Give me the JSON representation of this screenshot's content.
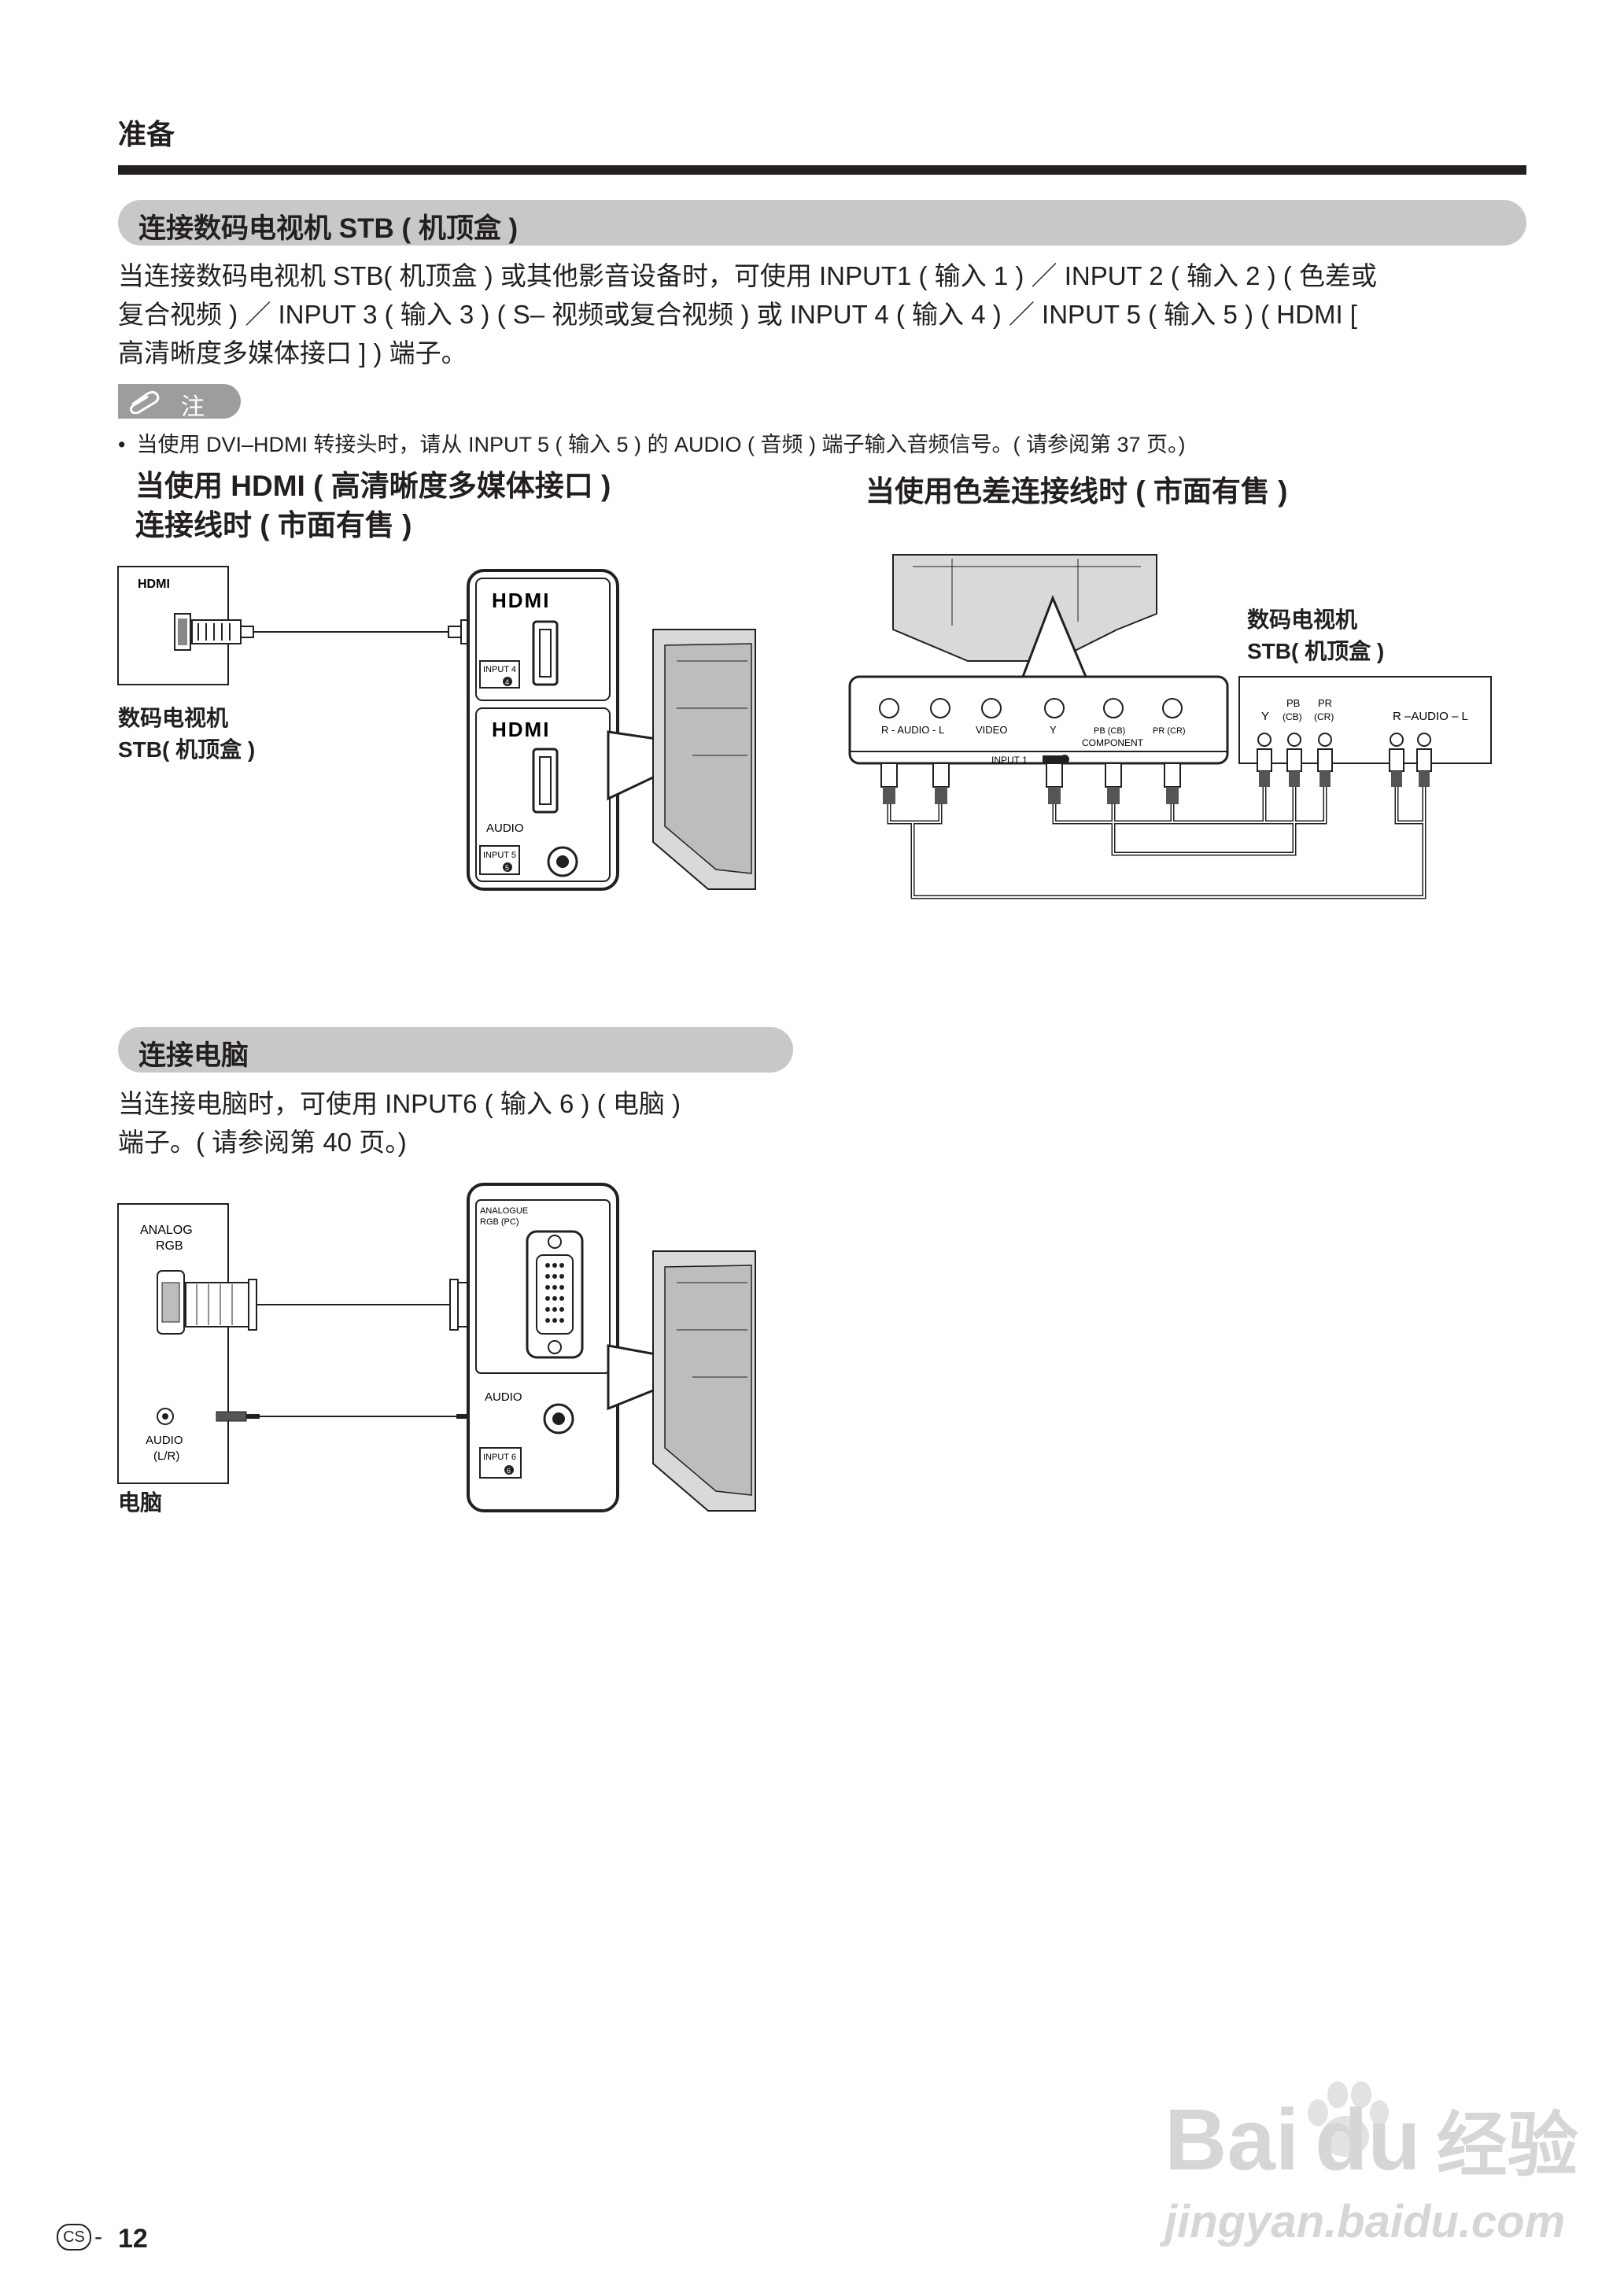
{
  "page": {
    "section_header": "准备",
    "page_badge": "CS",
    "page_number": "12"
  },
  "section_stb": {
    "title": "连接数码电视机 STB ( 机顶盒 )",
    "paragraph": [
      "当连接数码电视机 STB( 机顶盒 ) 或其他影音设备时，可使用 INPUT1 ( 输入 1 ) ／ INPUT 2 ( 输入 2 ) ( 色差或",
      "复合视频 ) ／ INPUT 3 ( 输入 3 ) ( S– 视频或复合视频 ) 或 INPUT 4 ( 输入 4 ) ／ INPUT 5 ( 输入 5 ) ( HDMI [",
      "高清晰度多媒体接口 ] ) 端子。"
    ],
    "note_label": "注",
    "note_text": "当使用 DVI–HDMI 转接头时，请从 INPUT 5 ( 输入 5 ) 的 AUDIO ( 音频 ) 端子输入音频信号。( 请参阅第 37 页。)"
  },
  "diagram_hdmi": {
    "heading_line1": "当使用 HDMI ( 高清晰度多媒体接口 )",
    "heading_line2": "连接线时 ( 市面有售 )",
    "source_port_label": "HDMI",
    "device_label_line1": "数码电视机",
    "device_label_line2": "STB( 机顶盒 )",
    "tv_hdmi_logo": "HDMI",
    "input4_label": "INPUT 4",
    "input4_number": "4",
    "audio_label": "AUDIO",
    "input5_label": "INPUT 5",
    "input5_number": "5"
  },
  "diagram_component": {
    "heading": "当使用色差连接线时 ( 市面有售 )",
    "device_label_line1": "数码电视机",
    "device_label_line2": "STB( 机顶盒 )",
    "tv_jack_labels": [
      "R - AUDIO - L",
      "VIDEO",
      "Y",
      "PB (CB)",
      "PR (CR)"
    ],
    "component_label": "COMPONENT",
    "input1_label": "INPUT 1",
    "input1_number": "1",
    "stb_y": "Y",
    "stb_pb": "PB",
    "stb_pb_sub": "(CB)",
    "stb_pr": "PR",
    "stb_pr_sub": "(CR)",
    "stb_audio": "R –AUDIO – L"
  },
  "section_pc": {
    "title": "连接电脑",
    "paragraph": [
      "当连接电脑时，可使用 INPUT6 ( 输入 6 ) ( 电脑 )",
      "端子。( 请参阅第 40 页。)"
    ]
  },
  "diagram_pc": {
    "pc_rgb_line1": "ANALOG",
    "pc_rgb_line2": "RGB",
    "pc_audio_line1": "AUDIO",
    "pc_audio_line2": "(L/R)",
    "device_label": "电脑",
    "tv_rgb_line1": "ANALOGUE",
    "tv_rgb_line2": "RGB (PC)",
    "tv_audio_label": "AUDIO",
    "input6_label": "INPUT 6",
    "input6_number": "6"
  },
  "watermark": {
    "brand_a": "Bai",
    "brand_b": "du",
    "brand_c": "经验",
    "url": "jingyan.baidu.com"
  }
}
